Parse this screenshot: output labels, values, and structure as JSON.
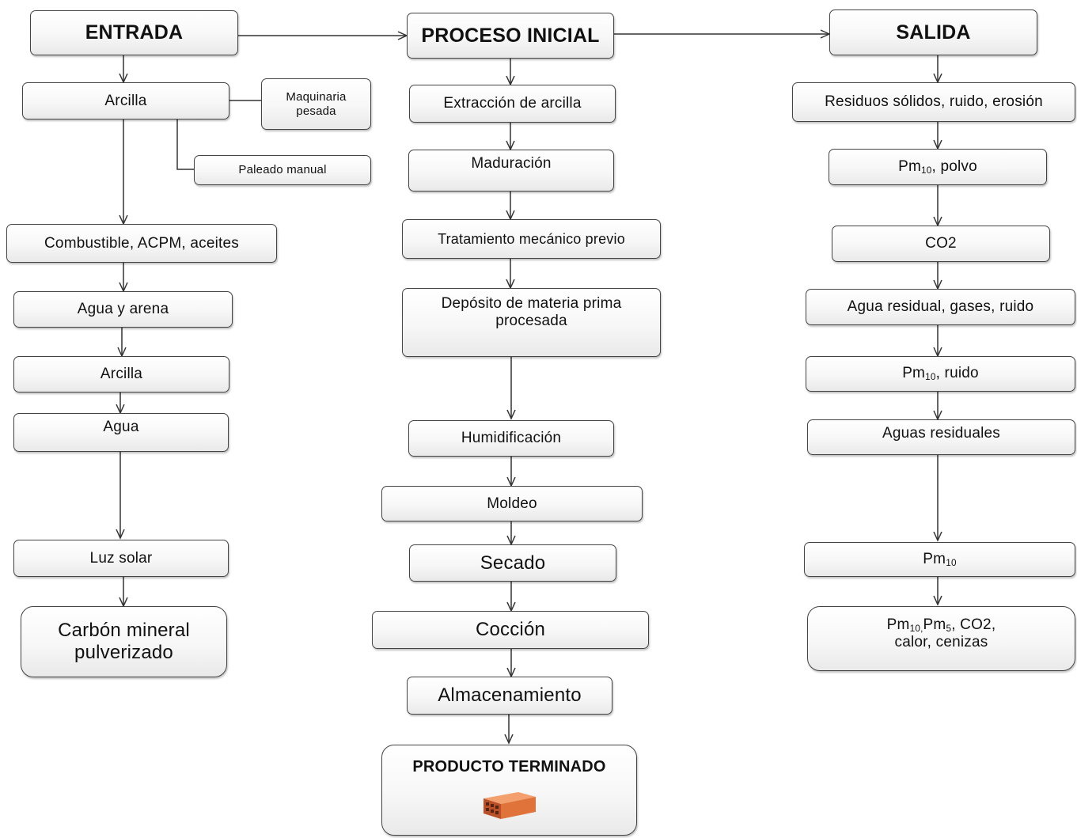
{
  "entrada": {
    "header": "ENTRADA",
    "arcilla_1": "Arcilla",
    "maquinaria": "Maquinaria pesada",
    "paleado": "Paleado manual",
    "combustible": "Combustible, ACPM, aceites",
    "agua_arena": "Agua y arena",
    "arcilla_2": "Arcilla",
    "agua": "Agua",
    "luz_solar": "Luz solar",
    "carbon": "Carbón mineral pulverizado"
  },
  "proceso": {
    "header": "PROCESO INICIAL",
    "extraccion": "Extracción de arcilla",
    "maduracion": "Maduración",
    "tratamiento": "Tratamiento mecánico previo",
    "deposito": "Depósito de materia prima procesada",
    "humidificacion": "Humidificación",
    "moldeo": "Moldeo",
    "secado": "Secado",
    "coccion": "Cocción",
    "almacenamiento": "Almacenamiento",
    "producto": "PRODUCTO TERMINADO",
    "brick_icon": "brick-icon"
  },
  "salida": {
    "header": "SALIDA",
    "residuos": "Residuos sólidos, ruido, erosión",
    "pm10_polvo": {
      "pm": "Pm",
      "sub": "10",
      "rest": ", polvo"
    },
    "co2": "CO2",
    "agua_residual": "Agua residual, gases, ruido",
    "pm10_ruido": {
      "pm": "Pm",
      "sub": "10",
      "rest": ", ruido"
    },
    "aguas_residuales": "Aguas residuales",
    "pm10": {
      "pm": "Pm",
      "sub": "10"
    },
    "final": {
      "pm": "Pm",
      "sub10": "10,",
      "pm5": "Pm",
      "sub5": "5",
      "rest1": ", CO2,",
      "line2": "calor, cenizas"
    }
  },
  "colors": {
    "border": "#444444",
    "fill": "#f7f7f7",
    "line": "#333333",
    "brick": "#e0733a"
  }
}
